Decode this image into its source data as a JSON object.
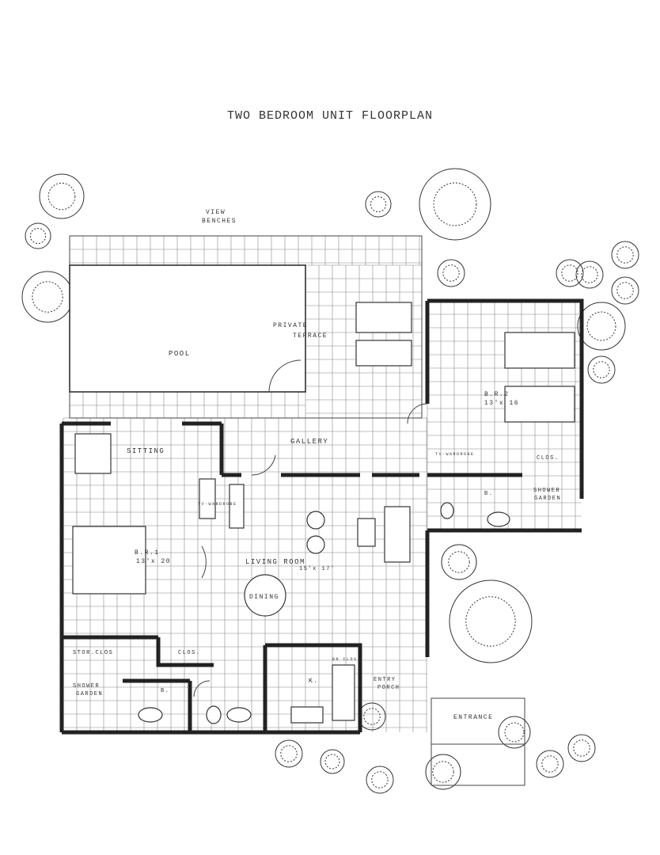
{
  "title": "TWO BEDROOM UNIT FLOORPLAN",
  "labels": {
    "view": "VIEW",
    "benches": "BENCHES",
    "pool": "POOL",
    "private": "PRIVATE",
    "terrace": "TERRACE",
    "gallery": "GALLERY",
    "sitting": "SITTING",
    "tv_wardrobe_left": "TV-WARDROBE",
    "tv_wardrobe_right": "TV-WARDROBE",
    "br1": "B.R.1",
    "br1_size": "13'x 20",
    "br2": "B.R.2",
    "br2_size": "13'x 16",
    "living_room": "LIVING ROOM",
    "living_size": "15'x 17'",
    "dining": "DINING",
    "stor_clos": "STOR.CLOS",
    "clos_left": "CLOS.",
    "clos_right": "CLOS.",
    "shower_garden_left_1": "SHOWER",
    "shower_garden_left_2": "GARDEN",
    "shower_garden_right_1": "SHOWER",
    "shower_garden_right_2": "GARDEN",
    "bath_left": "B.",
    "bath_right": "B.",
    "kitchen": "K.",
    "entry_porch_1": "ENTRY",
    "entry_porch_2": "PORCH",
    "entrance": "ENTRANCE",
    "bn_clos": "BN CLOS"
  }
}
